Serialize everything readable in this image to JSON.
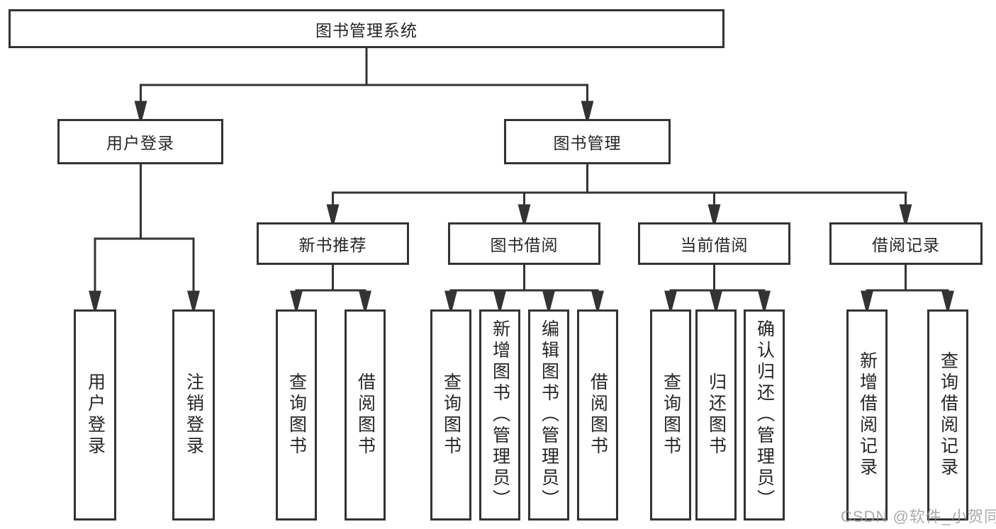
{
  "tree": {
    "label": "图书管理系统",
    "children": [
      {
        "label": "用户登录",
        "children": [
          {
            "label": "用户登录"
          },
          {
            "label": "注销登录"
          }
        ]
      },
      {
        "label": "图书管理",
        "children": [
          {
            "label": "新书推荐",
            "children": [
              {
                "label": "查询图书"
              },
              {
                "label": "借阅图书"
              }
            ]
          },
          {
            "label": "图书借阅",
            "children": [
              {
                "label": "查询图书"
              },
              {
                "label": "新增图书（管理员）"
              },
              {
                "label": "编辑图书（管理员）"
              },
              {
                "label": "借阅图书"
              }
            ]
          },
          {
            "label": "当前借阅",
            "children": [
              {
                "label": "查询图书"
              },
              {
                "label": "归还图书"
              },
              {
                "label": "确认归还（管理员）"
              }
            ]
          },
          {
            "label": "借阅记录",
            "children": [
              {
                "label": "新增借阅记录"
              },
              {
                "label": "查询借阅记录"
              }
            ]
          }
        ]
      }
    ]
  },
  "watermark": {
    "text": "CSDN @软件_小贺同学"
  },
  "colors": {
    "line": "#333333",
    "box_border": "#333333",
    "text": "#262626",
    "watermark": "#9a9a9a",
    "background": "#ffffff"
  }
}
